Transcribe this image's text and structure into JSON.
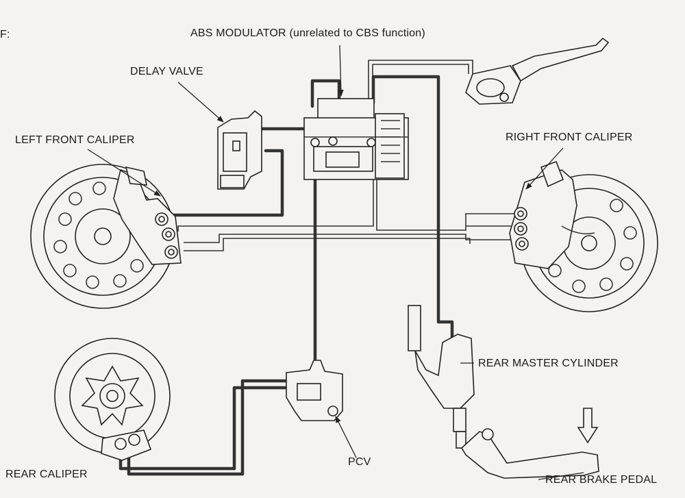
{
  "corner_text": "F:",
  "labels": {
    "abs_modulator": "ABS MODULATOR (unrelated to CBS function)",
    "delay_valve": "DELAY VALVE",
    "left_front_caliper": "LEFT FRONT CALIPER",
    "right_front_caliper": "RIGHT FRONT CALIPER",
    "rear_master_cylinder": "REAR MASTER CYLINDER",
    "rear_caliper": "REAR CALIPER",
    "pcv": "PCV",
    "rear_brake_pedal": "REAR BRAKE PEDAL"
  }
}
